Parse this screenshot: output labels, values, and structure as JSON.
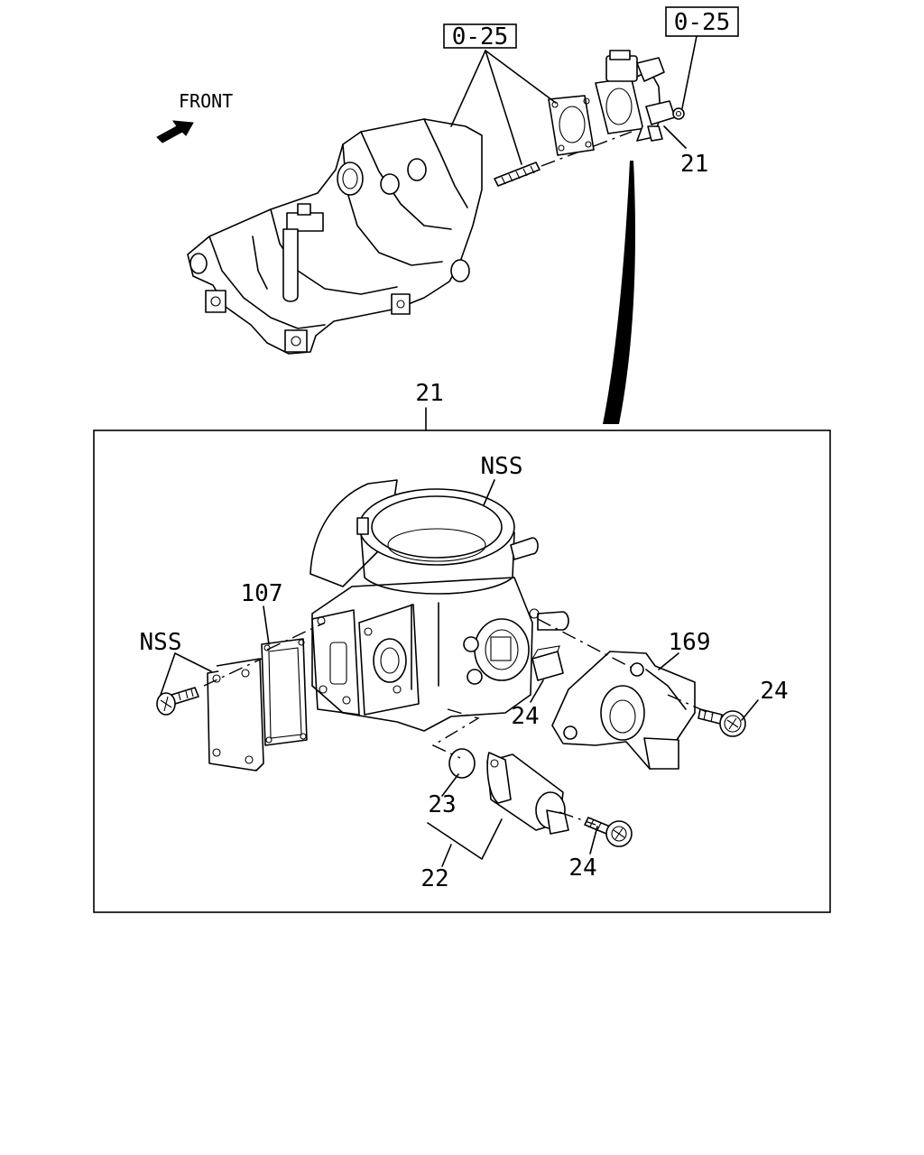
{
  "direction": {
    "label": "FRONT"
  },
  "callouts": {
    "ref_gasket": "0-25",
    "ref_nut": "0-25",
    "throttle_top": "21",
    "detail_box": "21",
    "inlet_ring": "NSS",
    "cover_screw": "NSS",
    "gasket_plate": "107",
    "sensor": "169",
    "screw_sensor": "24",
    "square_seal": "24",
    "screw_valve": "24",
    "o_ring": "23",
    "iac_assembly": "22"
  }
}
